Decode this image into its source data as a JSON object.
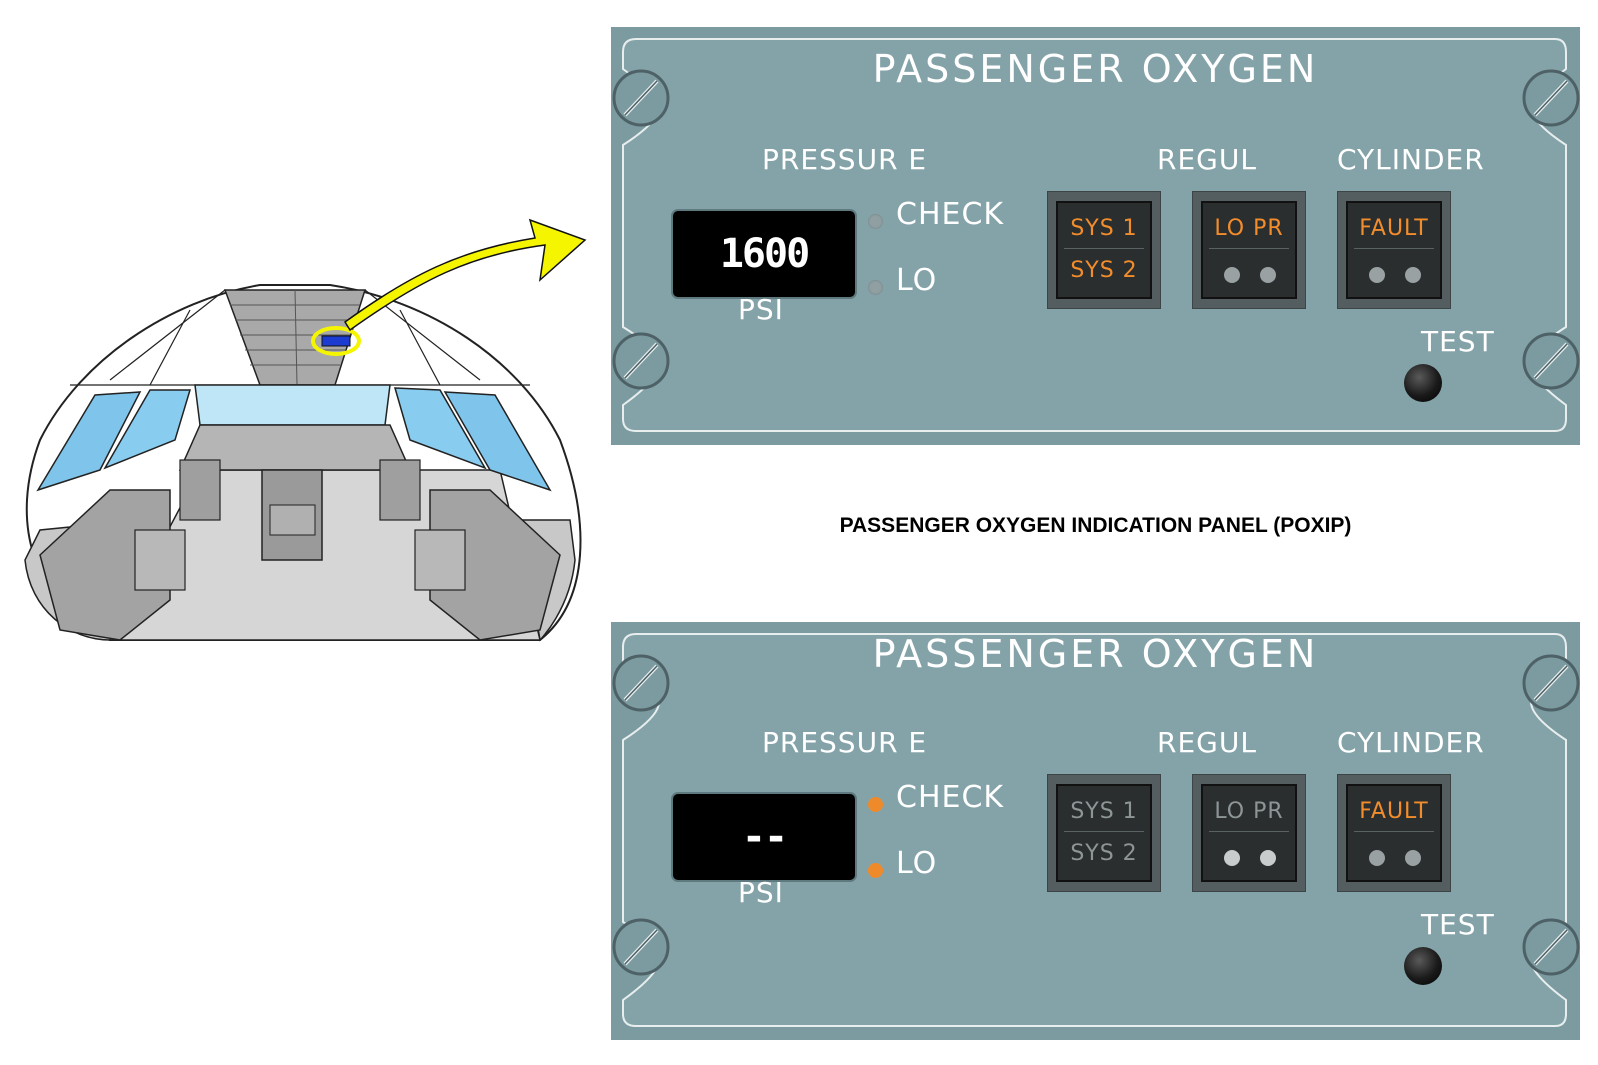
{
  "caption": "PASSENGER OXYGEN INDICATION PANEL (POXIP)",
  "panels": [
    {
      "title": "PASSENGER OXYGEN",
      "pressure_label": "PRESSUR E",
      "regul_label": "REGUL",
      "cylinder_label": "CYLINDER",
      "display_value": "1600",
      "unit_label": "PSI",
      "check_label": "CHECK",
      "lo_label": "LO",
      "check_led": "off",
      "lo_led": "off",
      "buttons": {
        "sys": {
          "line1": "SYS 1",
          "line2": "SYS 2",
          "state": "on"
        },
        "lopr": {
          "line1": "LO PR",
          "state": "on"
        },
        "fault": {
          "line1": "FAULT",
          "state": "on"
        }
      },
      "test_label": "TEST"
    },
    {
      "title": "PASSENGER OXYGEN",
      "pressure_label": "PRESSUR E",
      "regul_label": "REGUL",
      "cylinder_label": "CYLINDER",
      "display_value": "--",
      "unit_label": "PSI",
      "check_label": "CHECK",
      "lo_label": "LO",
      "check_led": "on",
      "lo_led": "on",
      "buttons": {
        "sys": {
          "line1": "SYS 1",
          "line2": "SYS 2",
          "state": "off"
        },
        "lopr": {
          "line1": "LO PR",
          "state": "off"
        },
        "fault": {
          "line1": "FAULT",
          "state": "on"
        }
      },
      "test_label": "TEST"
    }
  ],
  "colors": {
    "panel": "#7b9ba1",
    "amber": "#f38d2b",
    "highlight": "#f5f500"
  }
}
